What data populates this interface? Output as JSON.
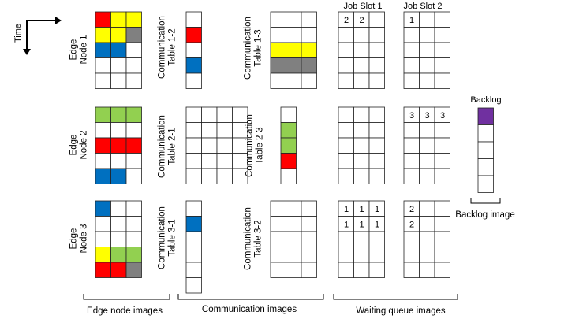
{
  "labels": {
    "time": "Time",
    "job_slot_1": "Job Slot 1",
    "job_slot_2": "Job Slot 2",
    "backlog": "Backlog",
    "backlog_image": "Backlog image",
    "edge_node_images": "Edge node images",
    "communication_images": "Communication images",
    "waiting_queue_images": "Waiting queue images"
  },
  "colors": {
    "R": "#ff0000",
    "Y": "#ffff00",
    "K": "#808080",
    "B": "#0070c0",
    "G": "#92d050",
    "P": "#7030a0",
    "W": "#ffffff"
  },
  "edge_nodes": [
    {
      "title_lines": [
        "Edge",
        "Node 1"
      ],
      "grid": [
        "RYY",
        "YYK",
        "BBW",
        "WWW",
        "WWW"
      ]
    },
    {
      "title_lines": [
        "Edge",
        "Node 2"
      ],
      "grid": [
        "GGG",
        "WWW",
        "RRR",
        "WWW",
        "BBW"
      ]
    },
    {
      "title_lines": [
        "Edge",
        "Node 3"
      ],
      "grid": [
        "BWW",
        "WWW",
        "WWW",
        "YGG",
        "RRK"
      ]
    }
  ],
  "communication_tables": [
    {
      "title_lines": [
        "Communication",
        "Table 1-2"
      ],
      "grid": [
        "W",
        "R",
        "W",
        "B",
        "W"
      ]
    },
    {
      "title_lines": [
        "Communication",
        "Table 1-3"
      ],
      "grid": [
        "WWW",
        "WWW",
        "YYY",
        "KKK",
        "WWW"
      ]
    },
    {
      "title_lines": [
        "Communication",
        "Table 2-1"
      ],
      "grid": [
        "WWWW",
        "WWWW",
        "WWWW",
        "WWWW",
        "WWWW"
      ]
    },
    {
      "title_lines": [
        "Communication",
        "Table 2-3"
      ],
      "grid": [
        "W",
        "G",
        "G",
        "R",
        "W"
      ]
    },
    {
      "title_lines": [
        "Communication",
        "Table 3-1"
      ],
      "grid": [
        "W",
        "B",
        "W",
        "W",
        "W",
        "W"
      ]
    },
    {
      "title_lines": [
        "Communication",
        "Table 3-2"
      ],
      "grid": [
        "WWW",
        "WWW",
        "WWW",
        "WWW",
        "WWW"
      ]
    }
  ],
  "waiting_queues": [
    {
      "row": 1,
      "slot": 1,
      "values": [
        [
          "2",
          "2",
          ""
        ],
        [
          "",
          "",
          ""
        ],
        [
          "",
          "",
          ""
        ],
        [
          "",
          "",
          ""
        ],
        [
          "",
          "",
          ""
        ]
      ]
    },
    {
      "row": 1,
      "slot": 2,
      "values": [
        [
          "1",
          "",
          ""
        ],
        [
          "",
          "",
          ""
        ],
        [
          "",
          "",
          ""
        ],
        [
          "",
          "",
          ""
        ],
        [
          "",
          "",
          ""
        ]
      ]
    },
    {
      "row": 2,
      "slot": 1,
      "values": [
        [
          "",
          "",
          ""
        ],
        [
          "",
          "",
          ""
        ],
        [
          "",
          "",
          ""
        ],
        [
          "",
          "",
          ""
        ],
        [
          "",
          "",
          ""
        ]
      ]
    },
    {
      "row": 2,
      "slot": 2,
      "values": [
        [
          "3",
          "3",
          "3"
        ],
        [
          "",
          "",
          ""
        ],
        [
          "",
          "",
          ""
        ],
        [
          "",
          "",
          ""
        ],
        [
          "",
          "",
          ""
        ]
      ]
    },
    {
      "row": 3,
      "slot": 1,
      "values": [
        [
          "1",
          "1",
          "1"
        ],
        [
          "1",
          "1",
          "1"
        ],
        [
          "",
          "",
          ""
        ],
        [
          "",
          "",
          ""
        ],
        [
          "",
          "",
          ""
        ]
      ]
    },
    {
      "row": 3,
      "slot": 2,
      "values": [
        [
          "2",
          "",
          ""
        ],
        [
          "2",
          "",
          ""
        ],
        [
          "",
          "",
          ""
        ],
        [
          "",
          "",
          ""
        ],
        [
          "",
          "",
          ""
        ]
      ]
    }
  ],
  "backlog_grid": [
    "P",
    "W",
    "W",
    "W",
    "W"
  ]
}
